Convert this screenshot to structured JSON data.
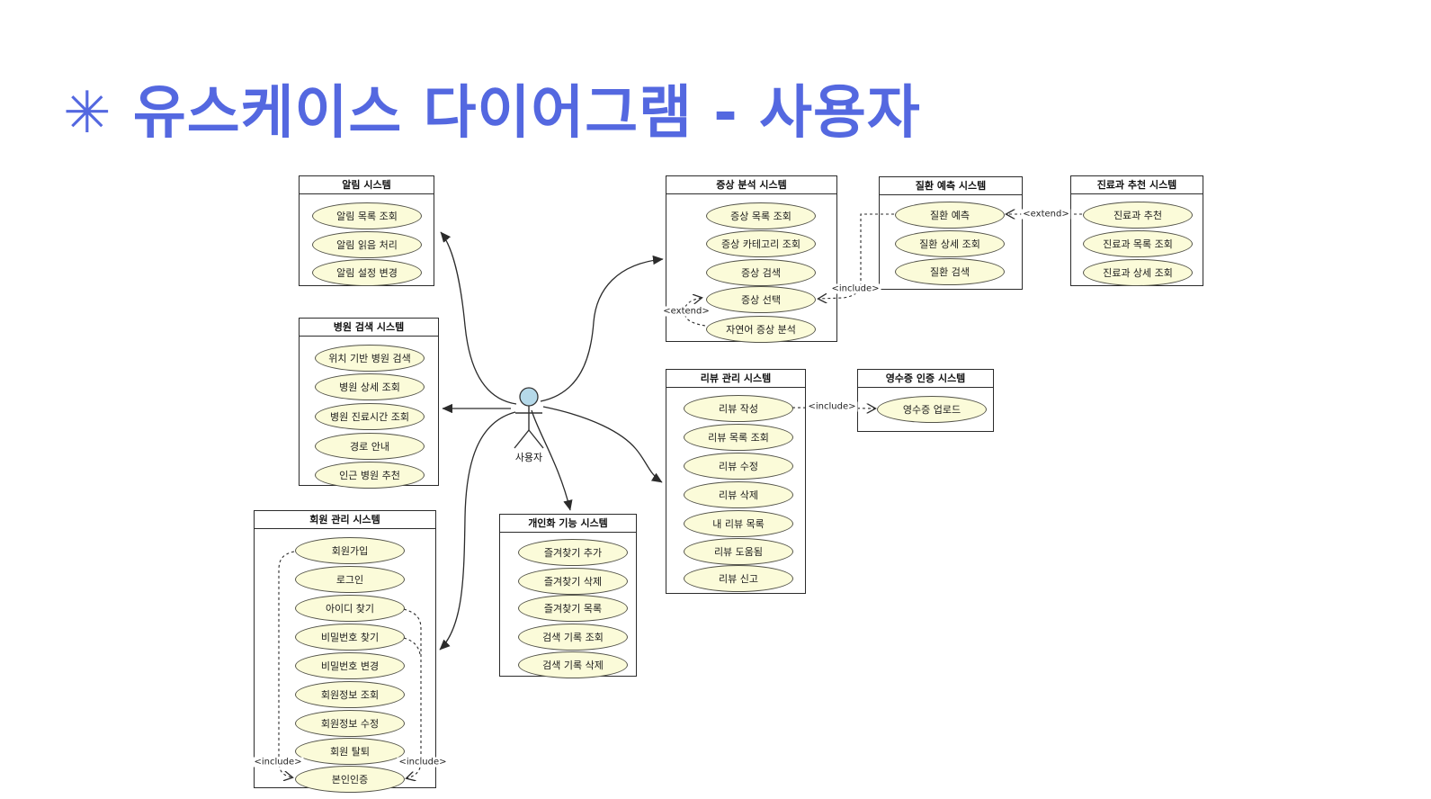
{
  "page": {
    "title": "✳ 유스케이스 다이어그램 - 사용자",
    "title_color": "#5468e0"
  },
  "actor": {
    "label": "사용자",
    "head_color": "#b5d9e9"
  },
  "labels": {
    "include": "<include>",
    "extend": "<extend>"
  },
  "colors": {
    "usecase_fill": "#fbfbd9",
    "line": "#2b2b2b"
  },
  "systems": [
    {
      "title": "알림 시스템",
      "usecases": [
        "알림 목록 조회",
        "알림 읽음 처리",
        "알림 설정 변경"
      ]
    },
    {
      "title": "병원 검색 시스템",
      "usecases": [
        "위치 기반 병원 검색",
        "병원 상세 조회",
        "병원 진료시간 조회",
        "경로 안내",
        "인근 병원 추천"
      ]
    },
    {
      "title": "회원 관리 시스템",
      "usecases": [
        "회원가입",
        "로그인",
        "아이디 찾기",
        "비밀번호 찾기",
        "비밀번호 변경",
        "회원정보 조회",
        "회원정보 수정",
        "회원 탈퇴",
        "본인인증"
      ]
    },
    {
      "title": "증상 분석 시스템",
      "usecases": [
        "증상 목록 조회",
        "증상 카테고리 조회",
        "증상 검색",
        "증상 선택",
        "자연어 증상 분석"
      ]
    },
    {
      "title": "질환 예측 시스템",
      "usecases": [
        "질환 예측",
        "질환 상세 조회",
        "질환 검색"
      ]
    },
    {
      "title": "진료과 추천 시스템",
      "usecases": [
        "진료과 추천",
        "진료과 목록 조회",
        "진료과 상세 조회"
      ]
    },
    {
      "title": "리뷰 관리 시스템",
      "usecases": [
        "리뷰 작성",
        "리뷰 목록 조회",
        "리뷰 수정",
        "리뷰 삭제",
        "내 리뷰 목록",
        "리뷰 도움됨",
        "리뷰 신고"
      ]
    },
    {
      "title": "영수증 인증 시스템",
      "usecases": [
        "영수증 업로드"
      ]
    },
    {
      "title": "개인화 기능 시스템",
      "usecases": [
        "즐겨찾기 추가",
        "즐겨찾기 삭제",
        "즐겨찾기 목록",
        "검색 기록 조회",
        "검색 기록 삭제"
      ]
    }
  ]
}
